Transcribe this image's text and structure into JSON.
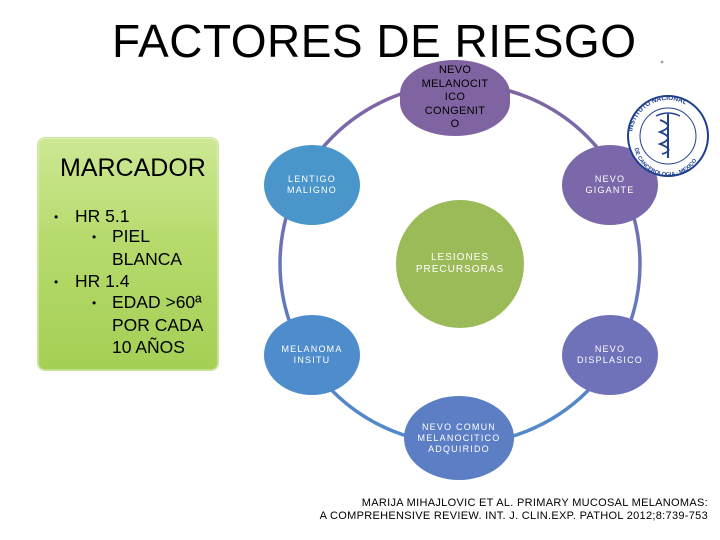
{
  "title": "FACTORES DE RIESGO",
  "marker": {
    "title": "MARCADOR",
    "items": [
      {
        "label": "HR 5.1",
        "sub": [
          "PIEL",
          "BLANCA"
        ]
      },
      {
        "label": "HR 1.4",
        "sub": [
          "EDAD >60ª",
          "POR CADA",
          "10 AÑOS"
        ]
      }
    ]
  },
  "diagram": {
    "center": [
      "LESIONES",
      "PRECURSORAS"
    ],
    "nodes": {
      "top": [
        "NEVO",
        "MELANOCIT",
        "ICO",
        "CONGENIT",
        "O"
      ],
      "upper_right": [
        "NEVO",
        "GIGANTE"
      ],
      "lower_right": [
        "NEVO",
        "DISPLASICO"
      ],
      "bottom": [
        "NEVO COMUN",
        "MELANOCITICO",
        "ADQUIRIDO"
      ],
      "lower_left": [
        "MELANOMA",
        "INSITU"
      ],
      "upper_left": [
        "LENTIGO",
        "MALIGNO"
      ]
    },
    "colors": {
      "top": "#8064a2",
      "upper_right": "#7a68ab",
      "lower_right": "#6f72b9",
      "bottom": "#5b7ec4",
      "lower_left": "#4f8ccc",
      "upper_left": "#4a95c9",
      "center": "#9bbb59"
    }
  },
  "logo": {
    "text": "INSTITUTO NACIONAL DE CANCEROLOGIA · MEXICO",
    "icon": "caduceus-seal-icon"
  },
  "citation": [
    "MARIJA MIHAJLOVIC ET AL. PRIMARY MUCOSAL MELANOMAS:",
    "A COMPREHENSIVE REVIEW. INT. J. CLIN.EXP. PATHOL 2012;8:739-753"
  ]
}
